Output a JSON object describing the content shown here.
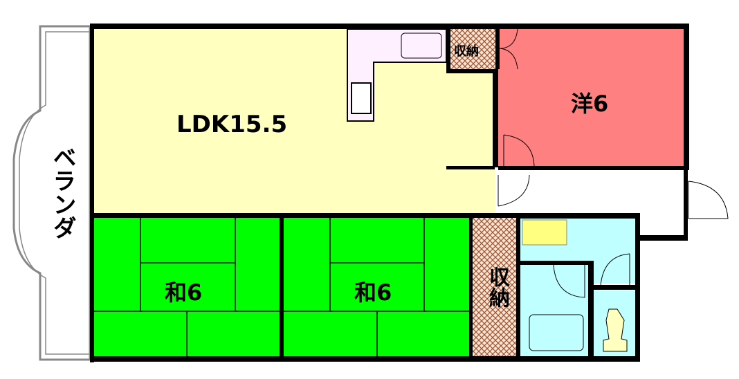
{
  "rooms": {
    "veranda": "ベランダ",
    "ldk": "LDK15.5",
    "western": "洋6",
    "storage_top": "収納",
    "japanese_left": "和6",
    "japanese_right": "和6",
    "storage_right": "収納"
  },
  "colors": {
    "ldk": "#FFFFC0",
    "western": "#FF8080",
    "japanese": "#00FF00",
    "wet_area": "#C0FFFF",
    "kitchen": "#FFF0FF",
    "wall": "#000000"
  }
}
